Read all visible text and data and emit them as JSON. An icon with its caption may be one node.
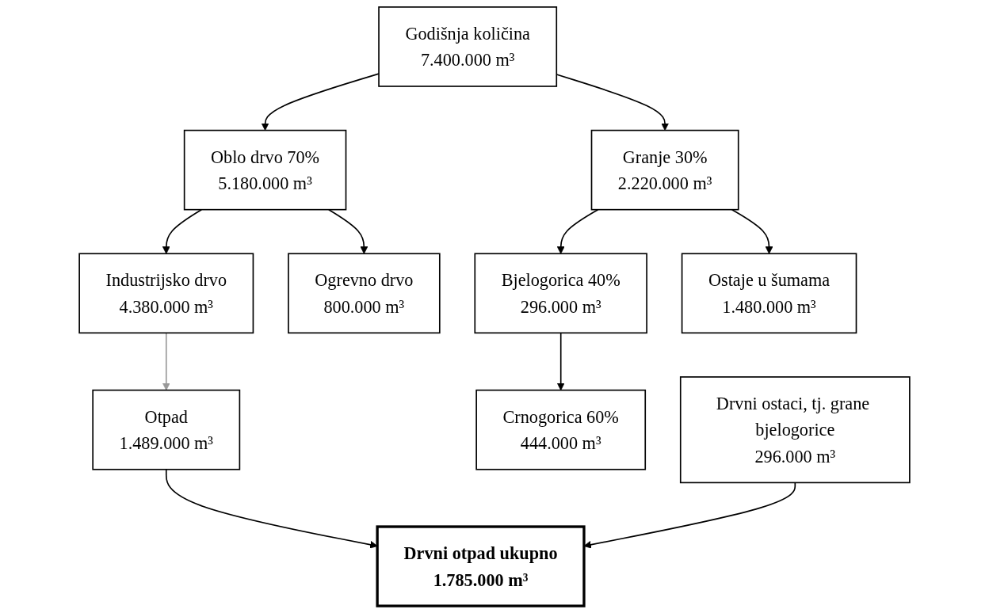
{
  "diagram": {
    "nodes": [
      {
        "text": [
          "Godišnja količina",
          "7.400.000 m³"
        ]
      },
      {
        "text": [
          "Oblo drvo 70%",
          "5.180.000 m³"
        ]
      },
      {
        "text": [
          "Granje 30%",
          "2.220.000 m³"
        ]
      },
      {
        "text": [
          "Industrijsko drvo",
          "4.380.000 m³"
        ]
      },
      {
        "text": [
          "Ogrevno drvo",
          "800.000 m³"
        ]
      },
      {
        "text": [
          "Bjelogorica 40%",
          "296.000 m³"
        ]
      },
      {
        "text": [
          "Ostaje u šumama",
          "1.480.000 m³"
        ]
      },
      {
        "text": [
          "Crnogorica 60%",
          "444.000 m³"
        ]
      },
      {
        "text": [
          "Otpad",
          "1.489.000 m³"
        ]
      },
      {
        "text": [
          "Drvni ostaci, tj. grane bjelogorice",
          "296.000 m³"
        ]
      },
      {
        "text": [
          "Drvni otpad ukupno",
          "1.785.000 m³"
        ]
      }
    ],
    "edges": [
      {
        "from": 0,
        "to": 1,
        "arrow": "to"
      },
      {
        "from": 0,
        "to": 2,
        "arrow": "to"
      },
      {
        "from": 1,
        "to": 3,
        "arrow": "to"
      },
      {
        "from": 1,
        "to": 4,
        "arrow": "to"
      },
      {
        "from": 2,
        "to": 5,
        "arrow": "to"
      },
      {
        "from": 2,
        "to": 6,
        "arrow": "to"
      },
      {
        "from": 5,
        "to": 7,
        "arrow": "to"
      },
      {
        "from": 3,
        "to": 8,
        "arrow": "to",
        "color": "#999999"
      },
      {
        "from": 8,
        "to": 10,
        "arrow": "to"
      },
      {
        "from": 9,
        "to": 10,
        "arrow": "to"
      }
    ]
  }
}
